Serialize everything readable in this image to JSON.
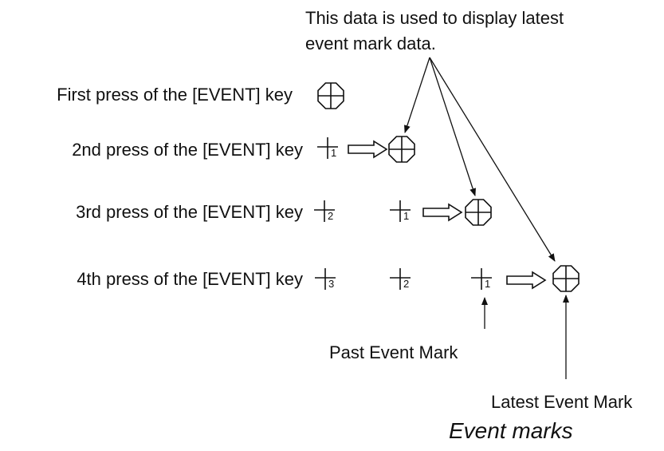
{
  "callout_top": {
    "line1": "This data is used to display latest",
    "line2": "event mark data."
  },
  "rows": [
    {
      "label": "First press of the [EVENT] key",
      "past_marks": []
    },
    {
      "label": "2nd press of the [EVENT] key",
      "past_marks": [
        "1"
      ]
    },
    {
      "label": "3rd press of the [EVENT] key",
      "past_marks": [
        "2",
        "1"
      ]
    },
    {
      "label": "4th press of the [EVENT] key",
      "past_marks": [
        "3",
        "2",
        "1"
      ]
    }
  ],
  "past_event_label": "Past Event Mark",
  "latest_event_label": "Latest Event Mark",
  "caption": "Event marks",
  "colors": {
    "ink": "#111111",
    "background": "#ffffff"
  },
  "icons": {
    "latest_mark": "octagon-crosshair-icon",
    "past_mark": "cross-icon",
    "transition": "hollow-arrow-icon"
  }
}
